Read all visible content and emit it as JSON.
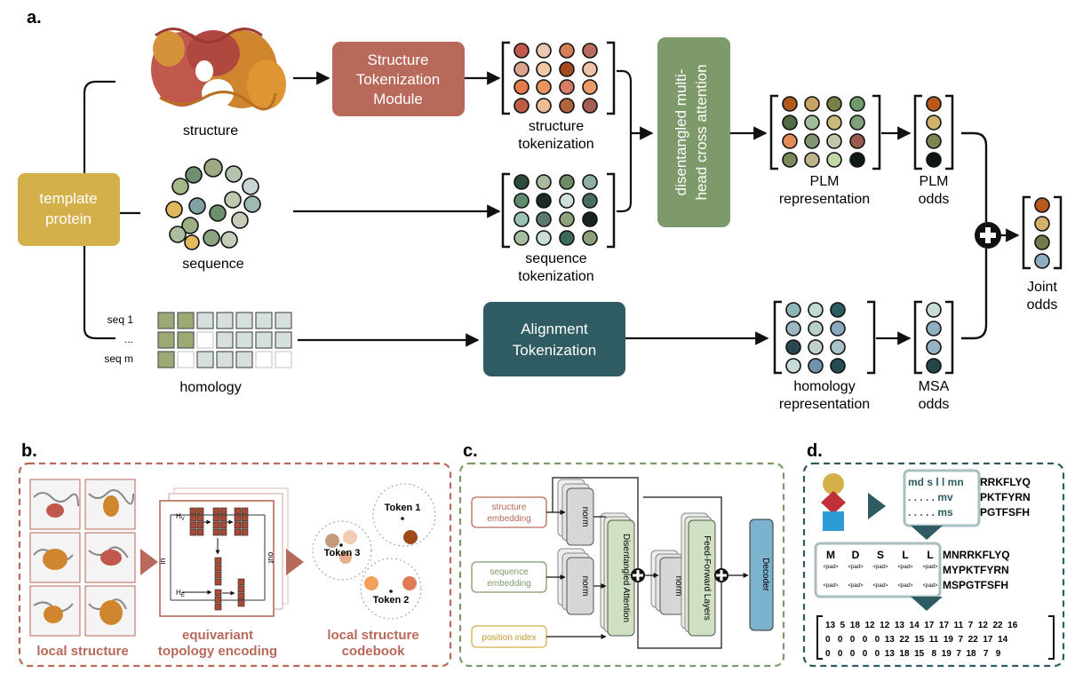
{
  "panels": {
    "a": "a.",
    "b": "b.",
    "c": "c.",
    "d": "d."
  },
  "colors": {
    "gold": "#D4B04B",
    "rust": "#B8695A",
    "sage": "#7E9A6A",
    "teal": "#2E5C62",
    "blue": "#7BB3CE",
    "dashed_b": "#B8695A",
    "dashed_c": "#7E9A6A",
    "dashed_d": "#2E5C62"
  },
  "a": {
    "template_protein": [
      "template",
      "protein"
    ],
    "structure_label": "structure",
    "sequence_label": "sequence",
    "homology_label": "homology",
    "seq1": "seq 1",
    "dots": "...",
    "seqm": "seq m",
    "stm": [
      "Structure",
      "Tokenization",
      "Module"
    ],
    "structure_tokenization": [
      "structure",
      "tokenization"
    ],
    "sequence_tokenization": [
      "sequence",
      "tokenization"
    ],
    "attention": [
      "disentangled multi-",
      "head cross attention"
    ],
    "plm_representation": [
      "PLM",
      "representation"
    ],
    "plm_odds": [
      "PLM",
      "odds"
    ],
    "alignment_tokenization": [
      "Alignment",
      "Tokenization"
    ],
    "homology_representation": [
      "homology",
      "representation"
    ],
    "msa_odds": [
      "MSA",
      "odds"
    ],
    "joint_odds": [
      "Joint",
      "odds"
    ]
  },
  "b": {
    "local_structure": "local structure",
    "equivariant": [
      "equivariant",
      "topology encoding"
    ],
    "codebook": [
      "local structure",
      "codebook"
    ],
    "in_label": "in",
    "out_label": "out",
    "hv": "H",
    "hv_sub": "V",
    "he": "H",
    "he_sub": "E",
    "token1": "Token 1",
    "token2": "Token 2",
    "token3": "Token 3"
  },
  "c": {
    "structure_embedding": [
      "structure",
      "embedding"
    ],
    "sequence_embedding": [
      "sequence",
      "embedding"
    ],
    "position_index": "position index",
    "norm": "norm",
    "disentangled_attention": "Disentangled Attention",
    "ffn": "Feed-Forward Layers",
    "decoder": "Decoder"
  },
  "d": {
    "lower_seq": [
      "md s l l mn",
      ". . . . . mv",
      ". . . . . ms"
    ],
    "upper_seq": [
      "RRKFLYQ",
      "PKTFYRN",
      "PGTFSFH"
    ],
    "big_letters": [
      "M",
      "D",
      "S",
      "L",
      "L"
    ],
    "pad": "<pad>",
    "tail_seq": [
      "MNRRKFLYQ",
      "MYPKTFYRN",
      "MSPGTFSFH"
    ],
    "matrix": [
      "13  5  18  12  12  13  14  17  17  11  7  12  22  16",
      "0   0   0   0   0  13  22  15  11  19  7  22  17  14",
      "0   0   0   0   0  13  18  15   8  19  7  18   7   9"
    ]
  }
}
